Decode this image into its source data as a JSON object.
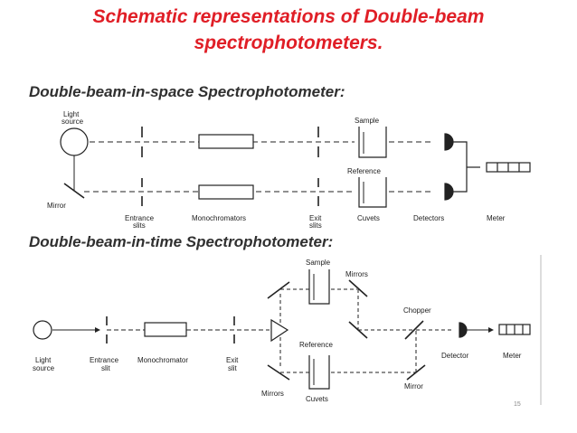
{
  "title": {
    "line1": "Schematic representations of Double-beam",
    "line2": "spectrophotometers."
  },
  "diagram1": {
    "heading": "Double-beam-in-space Spectrophotometer:",
    "labels": {
      "light_source": [
        "Light",
        "source"
      ],
      "mirror": "Mirror",
      "entrance_slits": [
        "Entrance",
        "slits"
      ],
      "monochromators": "Monochromators",
      "exit_slits": [
        "Exit",
        "slits"
      ],
      "cuvets": "Cuvets",
      "detectors": "Detectors",
      "meter": "Meter",
      "sample": "Sample",
      "reference": "Reference"
    }
  },
  "diagram2": {
    "heading": "Double-beam-in-time Spectrophotometer:",
    "labels": {
      "light_source": [
        "Light",
        "source"
      ],
      "entrance_slit": [
        "Entrance",
        "slit"
      ],
      "monochromator": "Monochromator",
      "exit_slit": [
        "Exit",
        "slit"
      ],
      "sample": "Sample",
      "mirrors_top": "Mirrors",
      "chopper": "Chopper",
      "reference": "Reference",
      "detector": "Detector",
      "meter": "Meter",
      "mirrors_bottom": "Mirrors",
      "cuvets": "Cuvets",
      "mirror": "Mirror"
    }
  },
  "page_number": "15"
}
